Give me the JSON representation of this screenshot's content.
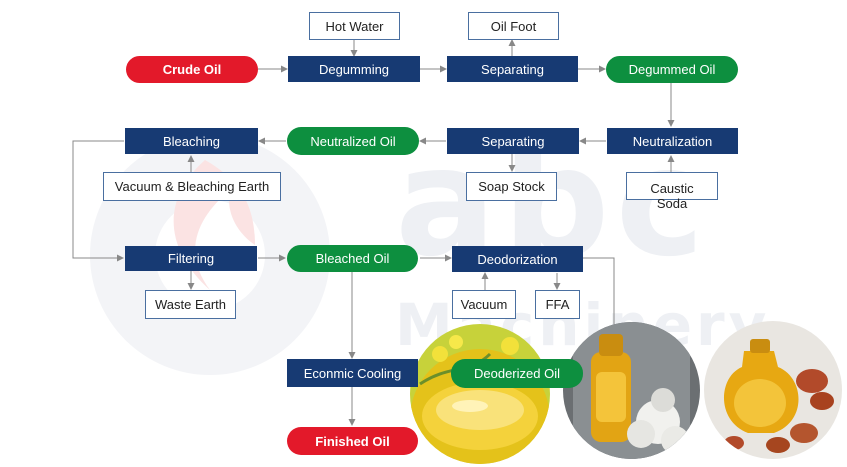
{
  "colors": {
    "step": "#173a73",
    "product": "#0d8f3f",
    "terminal": "#e3192a",
    "connector": "#888888",
    "watermark": "#eef0f4"
  },
  "watermark": {
    "letters": "abc",
    "sub": "Machinery"
  },
  "nodes": {
    "hot_water": "Hot Water",
    "oil_foot": "Oil Foot",
    "crude_oil": "Crude Oil",
    "degumming": "Degumming",
    "separating_1": "Separating",
    "degummed_oil": "Degummed Oil",
    "bleaching": "Bleaching",
    "neutralized_oil": "Neutralized Oil",
    "separating_2": "Separating",
    "neutralization": "Neutralization",
    "vacuum_bleaching_earth": "Vacuum & Bleaching Earth",
    "soap_stock": "Soap Stock",
    "caustic_soda": "Caustic Soda",
    "filtering": "Filtering",
    "bleached_oil": "Bleached Oil",
    "deodorization": "Deodorization",
    "waste_earth": "Waste Earth",
    "vacuum": "Vacuum",
    "ffa": "FFA",
    "economic_cooling": "Econmic Cooling",
    "deoderized_oil": "Deoderized Oil",
    "finished_oil": "Finished Oil"
  },
  "photos": [
    "rapeseed-oil-photo",
    "cottonseed-oil-photo",
    "peanut-oil-photo"
  ]
}
